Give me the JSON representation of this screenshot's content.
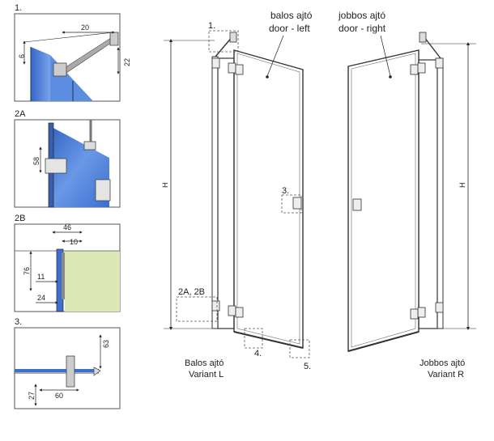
{
  "panels": {
    "p1": {
      "label": "1.",
      "dims": [
        "20",
        "6",
        "22"
      ]
    },
    "p2a": {
      "label": "2A",
      "dims": [
        "58"
      ]
    },
    "p2b": {
      "label": "2B",
      "dims": [
        "46",
        "10",
        "76",
        "11",
        "24"
      ]
    },
    "p3": {
      "label": "3.",
      "dims": [
        "63",
        "27",
        "60"
      ]
    }
  },
  "left_door": {
    "title_line1": "balos ajtó",
    "title_line2": "door - left",
    "height_label": "H",
    "callouts": [
      "1.",
      "3.",
      "2A, 2B",
      "4.",
      "5."
    ],
    "caption_line1": "Balos ajtó",
    "caption_line2": "Variant L"
  },
  "right_door": {
    "title_line1": "jobbos ajtó",
    "title_line2": "door - right",
    "height_label": "H",
    "caption_line1": "Jobbos ajtó",
    "caption_line2": "Variant R"
  },
  "colors": {
    "glass_blue": "#4a7fd6",
    "glass_blue_light": "#8fb3ee",
    "wall_green": "#dde8b8",
    "frame": "#333333",
    "panel_border": "#555555"
  }
}
